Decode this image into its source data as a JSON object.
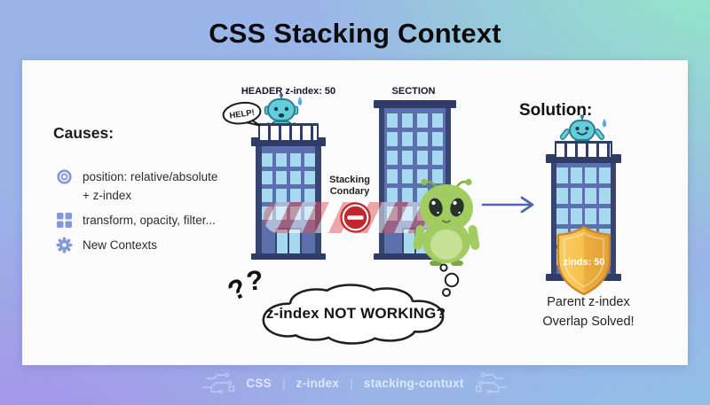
{
  "title": "CSS Stacking Context",
  "causes": {
    "heading": "Causes:",
    "items": [
      {
        "icon": "target-icon",
        "line1": "position: relative/absolute",
        "line2": "+ z-index"
      },
      {
        "icon": "squares-icon",
        "line1": "transform, opacity, filter..."
      },
      {
        "icon": "gear-icon",
        "line1": "New Contexts"
      }
    ]
  },
  "scene": {
    "header_building_label": "HEADER z-index: 50",
    "section_building_label": "SECTION",
    "robot_speech": "HELP!",
    "boundary_label_line1": "Stacking",
    "boundary_label_line2": "Condary",
    "question_mark": "?",
    "thought_text": "z-index NOT WORKING?"
  },
  "solution": {
    "heading": "Solution:",
    "shield_label": "zinds: 50",
    "caption_line1": "Parent z-index",
    "caption_line2": "Overlap Solved!"
  },
  "footer": {
    "separator": "|",
    "tags": [
      "CSS",
      "z-index",
      "stacking-contuxt"
    ],
    "icon": "circuit-icon"
  },
  "colors": {
    "bg_top_left": "#9ab5e8",
    "bg_top_right": "#93e9c6",
    "bg_bottom_left": "#a78fe9",
    "bg_bottom_right": "#8cc3e6",
    "card": "#fbfbfb",
    "building_body": "#5c70ae",
    "building_dark": "#2f3c68",
    "window": "#a7daf1",
    "robot": "#63ced9",
    "alien": "#a2cb62",
    "shield_gold": "#f4c255",
    "barrier_red": "#db535a",
    "no_entry_red": "#c1272d",
    "arrow_blue": "#4766ae",
    "cause_icon_accent": "#8398d8"
  }
}
